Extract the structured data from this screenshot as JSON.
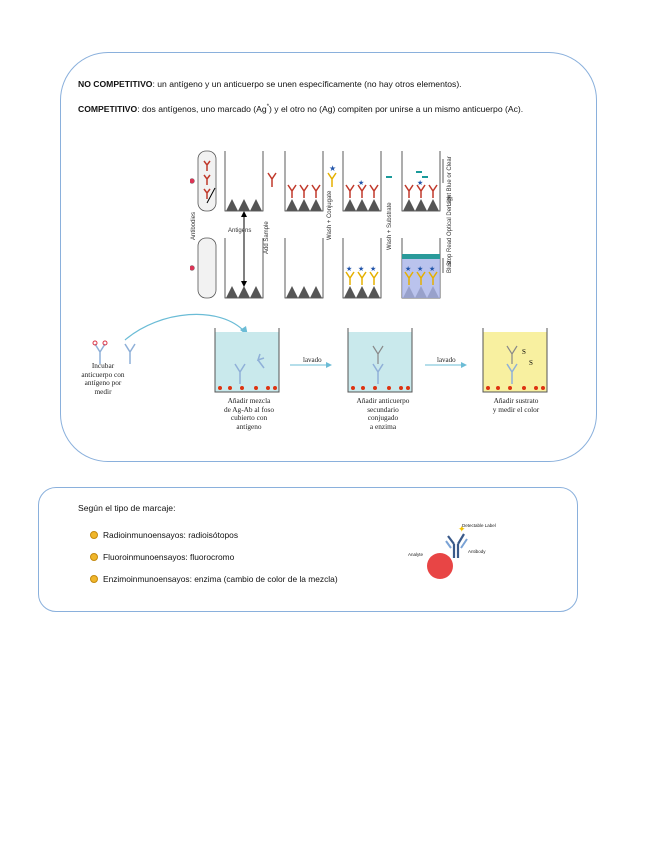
{
  "box1": {
    "p1_bold": "NO COMPETITIVO",
    "p1_rest": ": un antígeno y un anticuerpo se unen específicamente (no hay otros elementos).",
    "p2_bold": "COMPETITIVO",
    "p2_rest_a": ": dos antígenos, uno marcado (Ag",
    "p2_sup": "*",
    "p2_rest_b": ") y el otro no (Ag) compiten por unirse a un mismo anticuerpo (Ac)."
  },
  "elisa_figure": {
    "antibodies": "Antibodies",
    "antigens": "Antigens",
    "add_sample": "Add Sample",
    "wash_conjugate": "Wash + Conjugate",
    "wash_substrate": "Wash + Substrate",
    "light_blue_clear": "Light Blue or Clear",
    "stop_read": "Stop Read Optical Density",
    "blue": "Blue"
  },
  "steps_figure": {
    "step1": [
      "Incubar",
      "anticuerpo con",
      "antígeno por",
      "medir"
    ],
    "step2": [
      "Añadir mezcla",
      "de Ag-Ab al foso",
      "cubierto con",
      "antígeno"
    ],
    "step3": [
      "Añadir anticuerpo",
      "secundario",
      "conjugado",
      "a enzima"
    ],
    "step4": [
      "Añadir sustrato",
      "y medir el color"
    ],
    "lavado1": "lavado",
    "lavado2": "lavado"
  },
  "box2": {
    "title": "Según el tipo de marcaje:",
    "bullets": [
      "Radioinmunoensayos: radioisótopos",
      "Fluoroinmunoensayos: fluorocromo",
      "Enzimoinmunoensayos: enzima (cambio de color de la mezcla)"
    ],
    "fig_labels": {
      "detection": "Detectable Label",
      "analyte": "Analyte",
      "antibody": "Antibody"
    }
  },
  "colors": {
    "border": "#8ab0dc",
    "bullet": "#f0b62a",
    "liquid_blue": "#c9e9ec",
    "liquid_yellow": "#f8f0a0",
    "analyte_red": "#e84545"
  }
}
